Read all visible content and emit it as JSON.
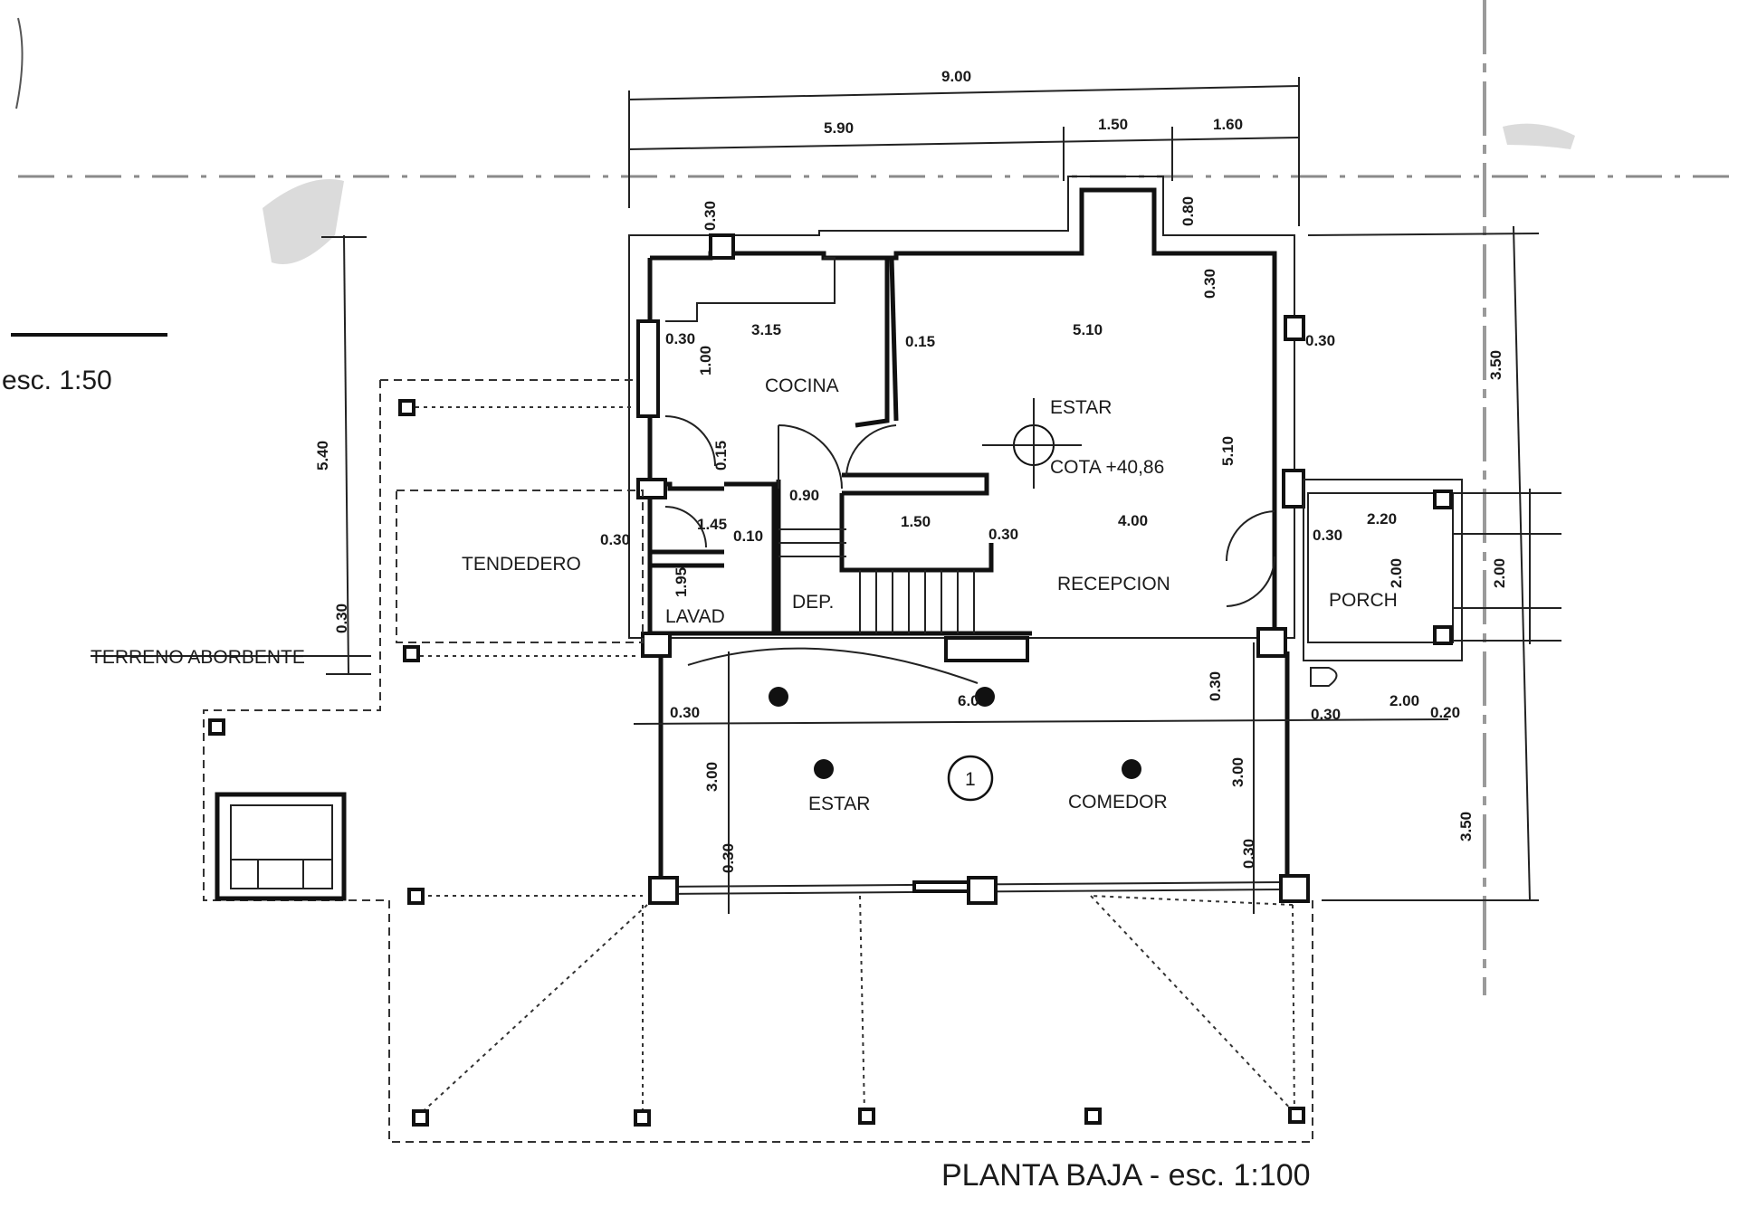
{
  "drawing": {
    "title": "PLANTA BAJA - esc. 1:100",
    "scale_note": "esc. 1:50"
  },
  "rooms": {
    "cocina": "COCINA",
    "estar_upper": "ESTAR",
    "cota": "COTA +40,86",
    "tendedero": "TENDEDERO",
    "lavad": "LAVAD",
    "dep": "DEP.",
    "recepcion": "RECEPCION",
    "porch": "PORCH",
    "estar_lower": "ESTAR",
    "comedor": "COMEDOR",
    "terreno": "TERRENO ABORBENTE"
  },
  "marker": "1",
  "dimensions": {
    "total_width": "9.00",
    "d_590": "5.90",
    "d_150_top": "1.50",
    "d_160": "1.60",
    "d_030_a": "0.30",
    "d_080": "0.80",
    "d_030_b": "0.30",
    "d_030_c": "0.30",
    "d_315": "3.15",
    "d_015_a": "0.15",
    "d_510_h": "5.10",
    "d_030_d": "0.30",
    "d_100": "1.00",
    "d_015_b": "0.15",
    "d_540": "5.40",
    "d_350_right": "3.50",
    "d_510_v": "5.10",
    "d_090": "0.90",
    "d_145": "1.45",
    "d_150_mid": "1.50",
    "d_030_e": "0.30",
    "d_010": "0.10",
    "d_030_f": "0.30",
    "d_400": "4.00",
    "d_030_g": "0.30",
    "d_220": "2.20",
    "d_200_v": "2.00",
    "d_200_outer": "2.00",
    "d_195": "1.95",
    "d_030_h": "0.30",
    "d_030_i": "0.30",
    "d_030_j": "0.30",
    "d_030_k": "0.30",
    "d_200_h": "2.00",
    "d_020": "0.20",
    "d_300_left": "3.00",
    "d_300_right": "3.00",
    "d_350_lower": "3.50",
    "d_030_l": "0.30",
    "d_030_m": "0.30",
    "d_600": "6.0"
  },
  "colors": {
    "ink": "#111111",
    "paper": "#ffffff"
  }
}
